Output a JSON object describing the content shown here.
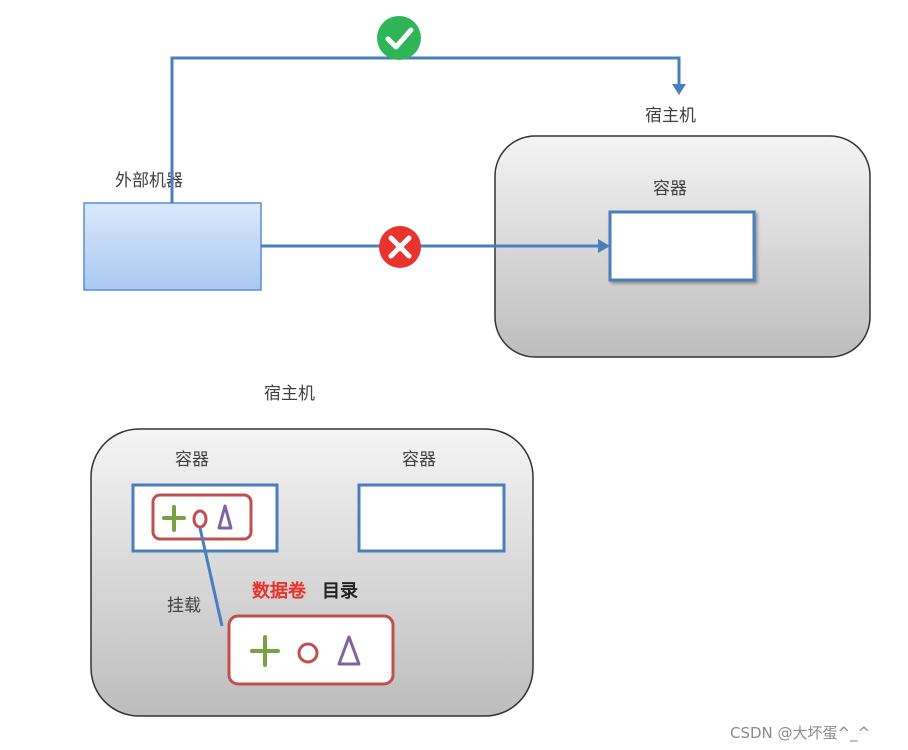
{
  "top_diagram": {
    "external_machine_label": "外部机器",
    "host_label": "宿主机",
    "container_label": "容器"
  },
  "bottom_diagram": {
    "host_label": "宿主机",
    "container_left_label": "容器",
    "container_right_label": "容器",
    "mount_label": "挂载",
    "volume_label": "数据卷",
    "directory_label": "目录"
  },
  "watermark": "CSDN @大坏蛋^_^",
  "colors": {
    "line_blue": "#4a7fbd",
    "ok_green": "#2fb457",
    "error_red": "#e8342c",
    "volume_border": "#c0504d",
    "plus_green": "#77a345",
    "circle_red": "#c0504d",
    "triangle_purple": "#8064a2"
  },
  "icons": [
    "check-icon",
    "cross-icon",
    "plus-icon",
    "circle-icon",
    "triangle-icon"
  ]
}
